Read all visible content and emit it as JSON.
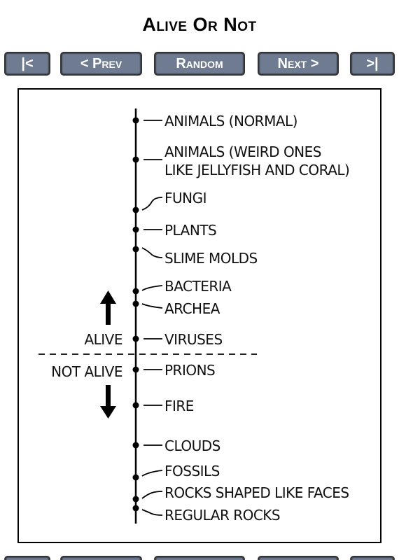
{
  "page": {
    "title": "Alive Or Not"
  },
  "nav": {
    "first": "|<",
    "prev": "< Prev",
    "random": "Random",
    "next": "Next >",
    "last": ">|"
  },
  "comic": {
    "items": [
      "ANIMALS (NORMAL)",
      "ANIMALS (WEIRD ONES",
      "LIKE JELLYFISH AND CORAL)",
      "FUNGI",
      "PLANTS",
      "SLIME MOLDS",
      "BACTERIA",
      "ARCHEA",
      "VIRUSES",
      "PRIONS",
      "FIRE",
      "CLOUDS",
      "FOSSILS",
      "ROCKS SHAPED LIKE FACES",
      "REGULAR ROCKS"
    ],
    "alive_label": "ALIVE",
    "not_alive_label": "NOT ALIVE"
  }
}
